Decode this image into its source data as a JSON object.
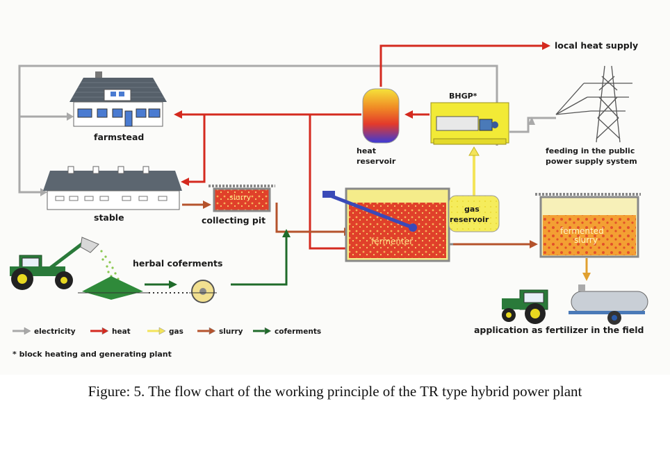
{
  "labels": {
    "farmstead": "farmstead",
    "stable": "stable",
    "slurry": "slurry",
    "collecting_pit": "collecting pit",
    "herbal_coferments": "herbal coferments",
    "heat_reservoir_line1": "heat",
    "heat_reservoir_line2": "reservoir",
    "bhgp": "BHGP*",
    "local_heat_supply": "local heat supply",
    "feeding_line1": "feeding in the public",
    "feeding_line2": "power supply system",
    "gas_reservoir_line1": "gas",
    "gas_reservoir_line2": "reservoir",
    "fermenter": "fermenter",
    "fermented_line1": "fermented",
    "fermented_line2": "slurry",
    "application": "application as fertilizer in the field",
    "footnote": "* block heating and generating plant"
  },
  "legend": [
    {
      "label": "electricity",
      "color": "#a9a9a9"
    },
    {
      "label": "heat",
      "color": "#d42a1f"
    },
    {
      "label": "gas",
      "color": "#f3e45a"
    },
    {
      "label": "slurry",
      "color": "#b5532c"
    },
    {
      "label": "coferments",
      "color": "#1f6b2a"
    }
  ],
  "colors": {
    "electricity": "#a9a9a9",
    "heat": "#d42a1f",
    "gas": "#f3e45a",
    "slurry": "#b5532c",
    "coferments": "#1f6b2a"
  },
  "caption": "Figure: 5. The flow chart of the working principle of the TR type hybrid power plant"
}
